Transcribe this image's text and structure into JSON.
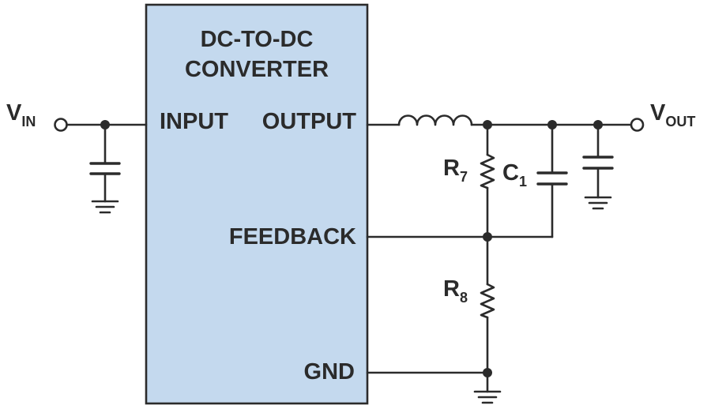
{
  "block": {
    "title_line1": "DC-TO-DC",
    "title_line2": "CONVERTER",
    "pins": {
      "input": "INPUT",
      "output": "OUTPUT",
      "feedback": "FEEDBACK",
      "gnd": "GND"
    }
  },
  "terminals": {
    "vin": {
      "main": "V",
      "sub": "IN"
    },
    "vout": {
      "main": "V",
      "sub": "OUT"
    }
  },
  "components": {
    "r7": {
      "main": "R",
      "sub": "7"
    },
    "r8": {
      "main": "R",
      "sub": "8"
    },
    "c1": {
      "main": "C",
      "sub": "1"
    }
  },
  "colors": {
    "block_fill": "#c4d9ee",
    "line": "#2b2b2b"
  }
}
